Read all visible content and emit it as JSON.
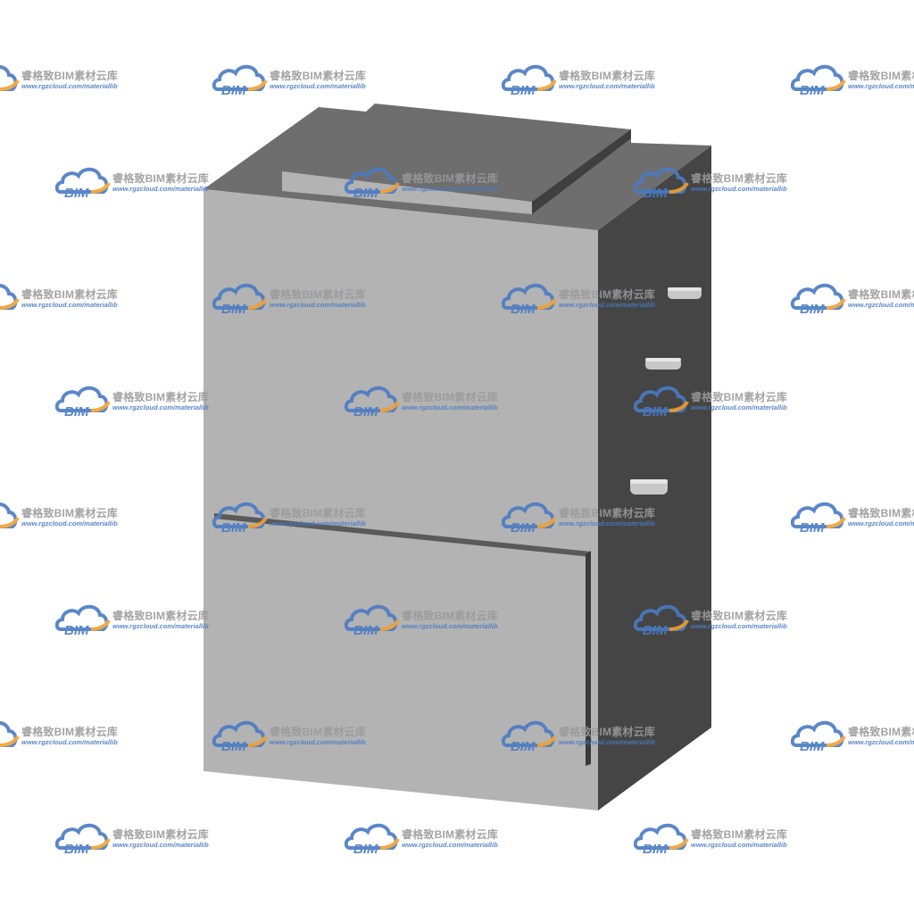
{
  "watermark": {
    "name": "睿格致BIM素材云库",
    "url": "www.rgzcloud.com/materiallib",
    "logo_text": "BIM"
  },
  "colors": {
    "front": "#b3b3b3",
    "top": "#6e6e6e",
    "side": "#454545",
    "groove": "#5a5a5a",
    "connector": "#c8c8c8",
    "logo_blue": "#4a7bc4",
    "logo_orange": "#f0a030"
  }
}
